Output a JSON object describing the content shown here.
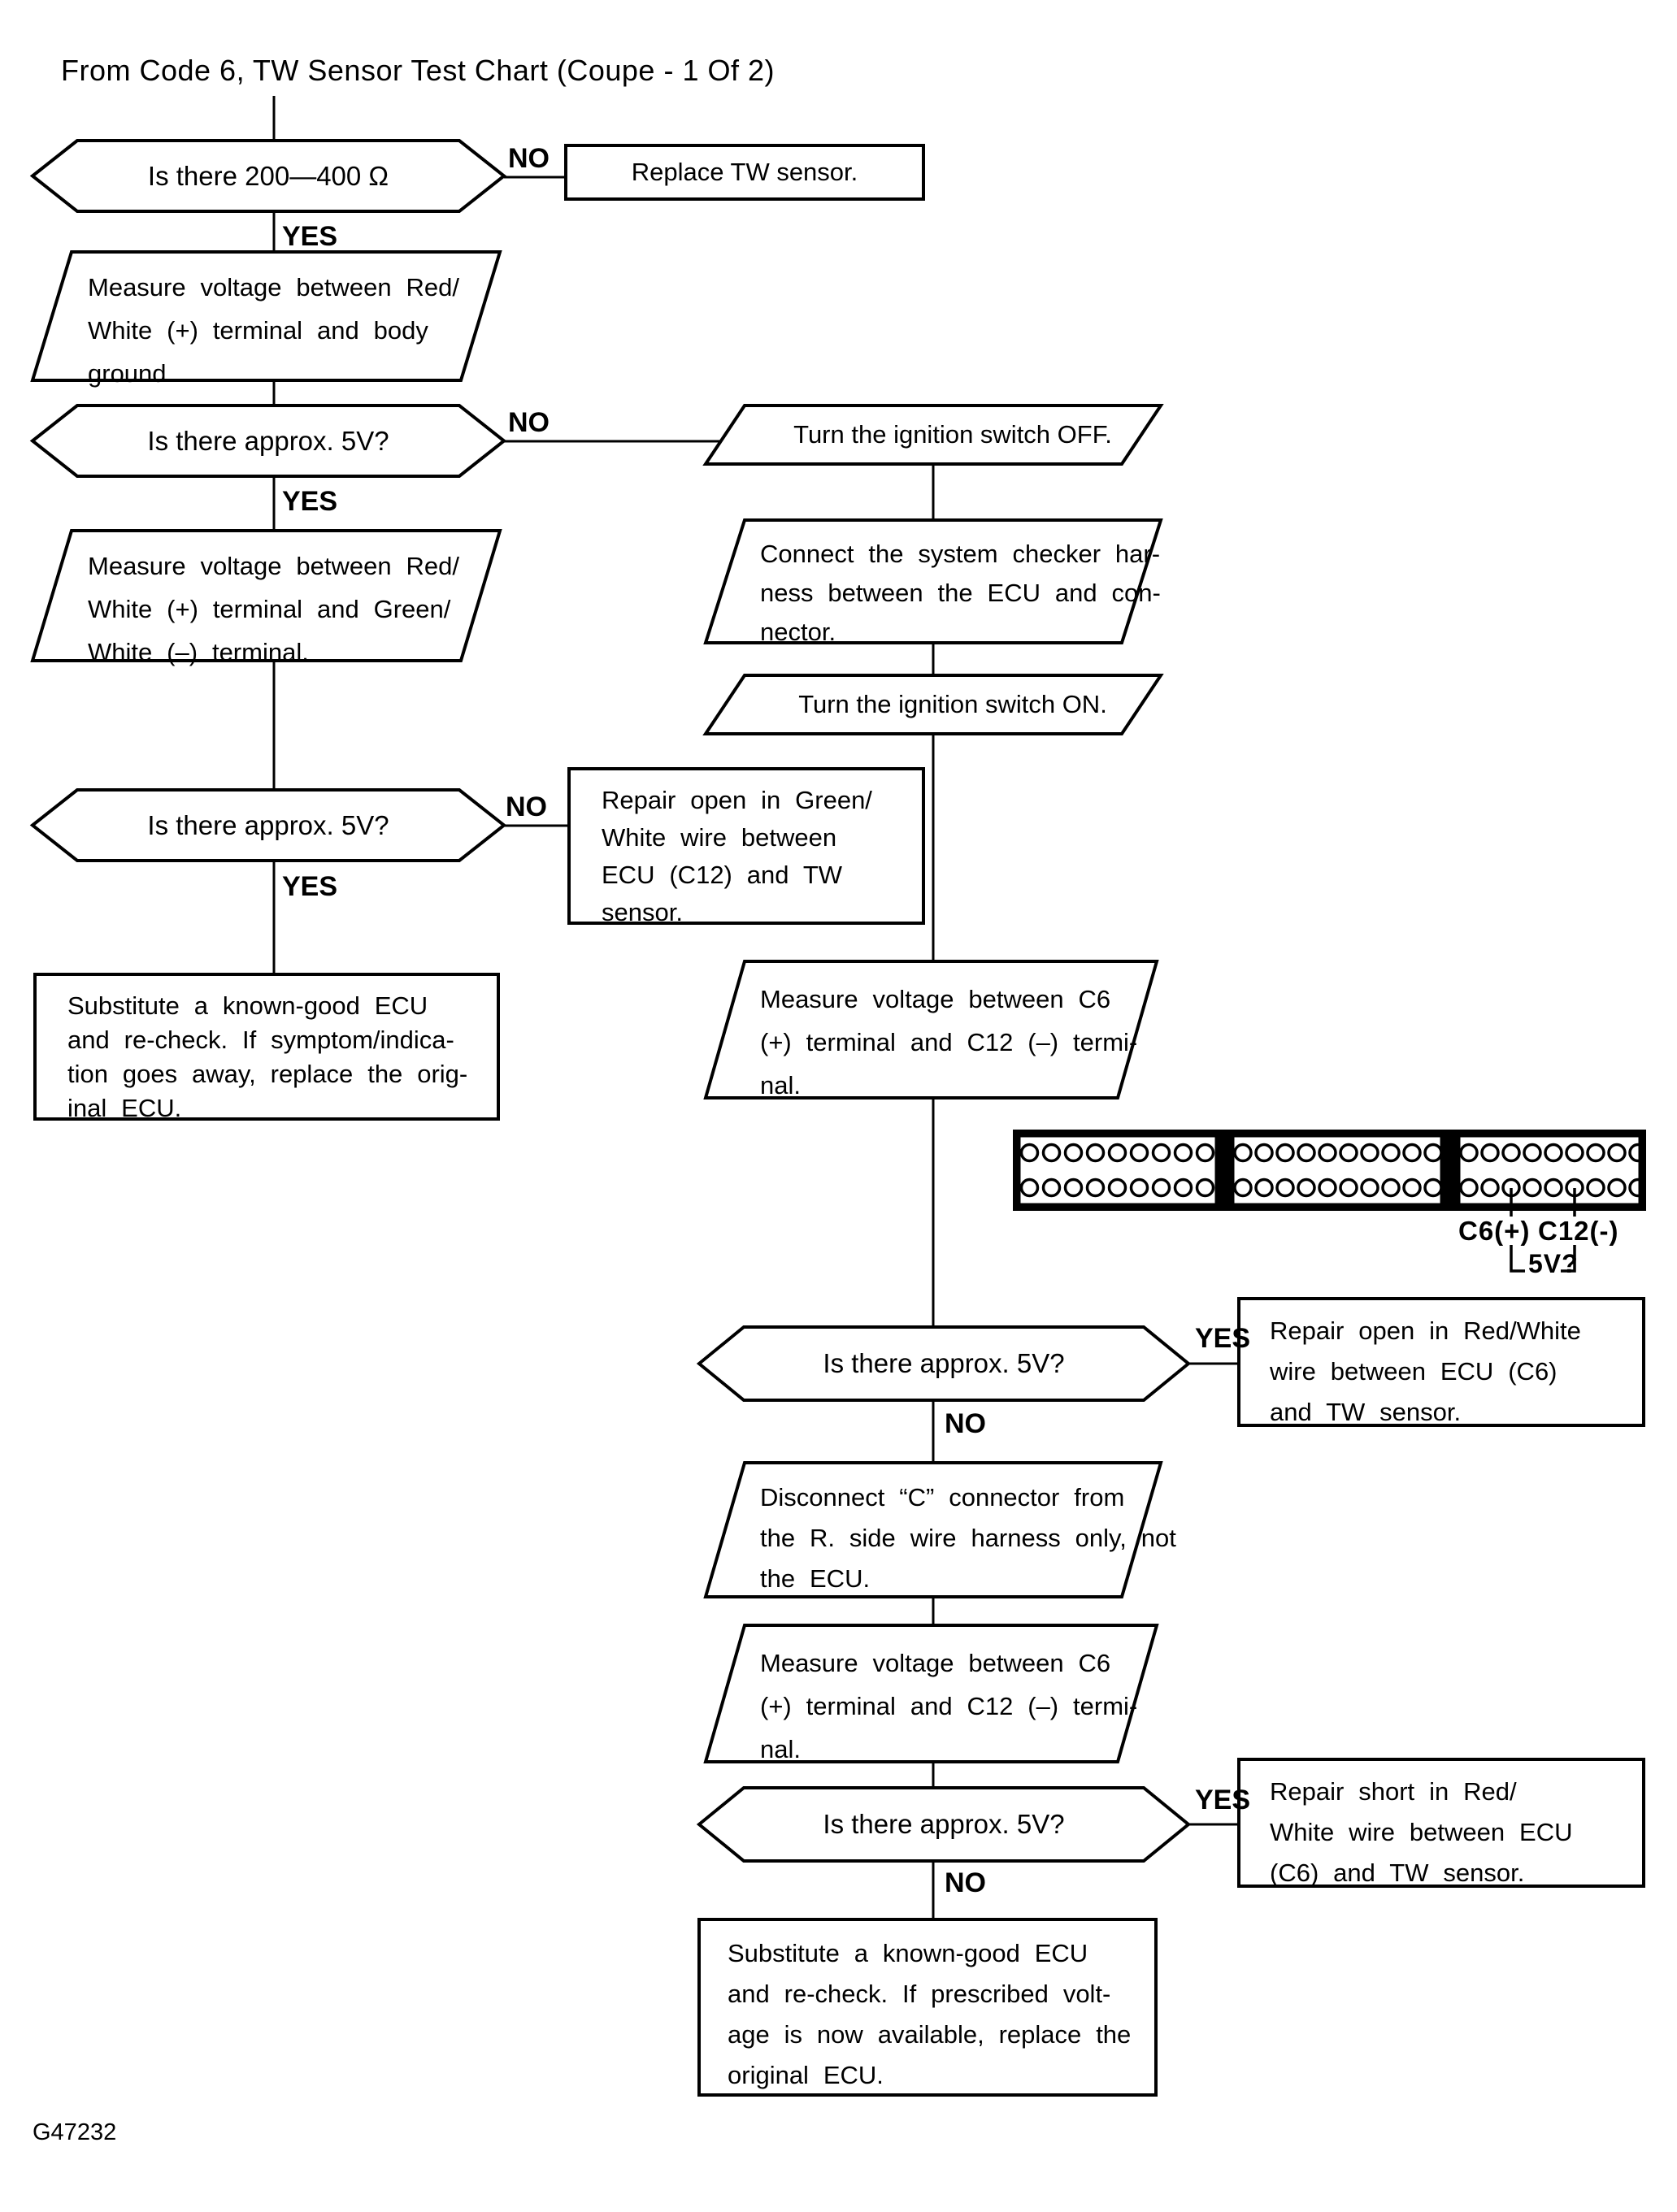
{
  "title": "From Code 6, TW Sensor Test Chart (Coupe - 1 Of 2)",
  "figure_code": "G47232",
  "labels": {
    "yes": "YES",
    "no": "NO"
  },
  "nodes": {
    "q_resistance": "Is there 200—400 Ω",
    "replace_sensor": "Replace TW sensor.",
    "measure_body": "Measure voltage between Red/\nWhite (+) terminal and body\nground.",
    "q_5v_1": "Is there approx. 5V?",
    "ignition_off": "Turn the ignition switch OFF.",
    "measure_green": "Measure voltage between Red/\nWhite (+) terminal and Green/\nWhite (–) terminal.",
    "connect_checker": "Connect the system checker har-\nness between the ECU and con-\nnector.",
    "ignition_on": "Turn the ignition switch ON.",
    "q_5v_2": "Is there approx. 5V?",
    "repair_open_green": "Repair open in Green/\nWhite wire between\nECU (C12) and TW\nsensor.",
    "substitute_ecu_1": "Substitute a known-good ECU\nand re-check. If symptom/indica-\ntion goes away, replace the orig-\ninal ECU.",
    "measure_c6_1": "Measure voltage between C6\n(+) terminal and C12 (–) termi-\nnal.",
    "q_5v_3": "Is there approx. 5V?",
    "repair_open_red": "Repair open in Red/White\nwire between ECU (C6)\nand TW sensor.",
    "disconnect_c": "Disconnect “C” connector from\nthe R. side wire harness only, not\nthe ECU.",
    "measure_c6_2": "Measure voltage between C6\n(+) terminal and C12 (–) termi-\nnal.",
    "q_5v_4": "Is there approx. 5V?",
    "repair_short_red": "Repair short in Red/\nWhite wire between ECU\n(C6) and TW sensor.",
    "substitute_ecu_2": "Substitute a known-good ECU\nand re-check. If prescribed volt-\nage is now available, replace the\noriginal ECU."
  },
  "connector": {
    "c6_label": "C6(+)",
    "c12_label": "C12(-)",
    "voltage_label": "5V?"
  }
}
